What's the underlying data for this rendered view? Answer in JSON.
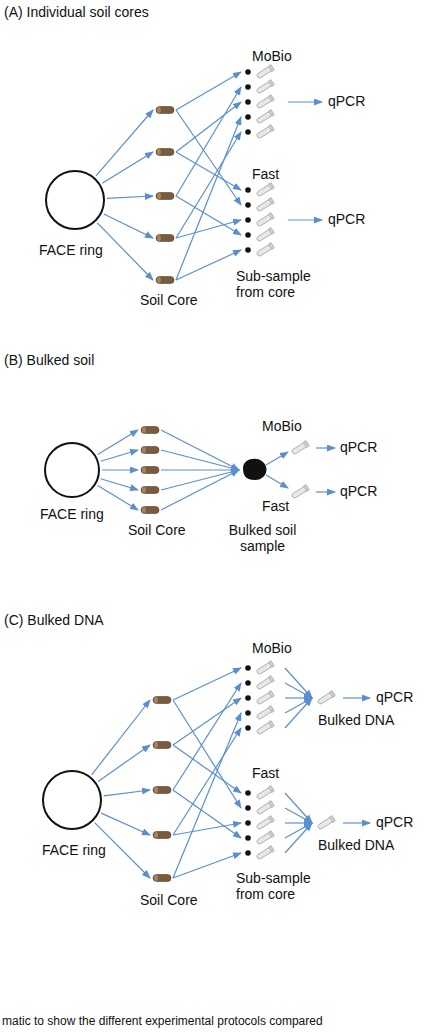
{
  "diagram": {
    "caption": "matic to show the different experimental protocols compared",
    "nodes": [
      {
        "text": [
          "FACE ring"
        ]
      },
      {
        "text": [
          "FACE ring"
        ]
      },
      {
        "text": [
          "FACE ring"
        ]
      }
    ],
    "labels": [
      "(A) Individual soil cores",
      "MoBio",
      "qPCR",
      "Fast",
      "qPCR",
      "Soil Core",
      "Sub-sample from core",
      "(B) Bulked soil",
      "MoBio",
      "qPCR",
      "Fast",
      "qPCR",
      "Soil Core",
      "Bulked soil sample",
      "(C) Bulked DNA",
      "MoBio",
      "qPCR",
      "Bulked DNA",
      "Fast",
      "qPCR",
      "Bulked DNA",
      "Soil Core",
      "Sub-sample from core"
    ]
  }
}
